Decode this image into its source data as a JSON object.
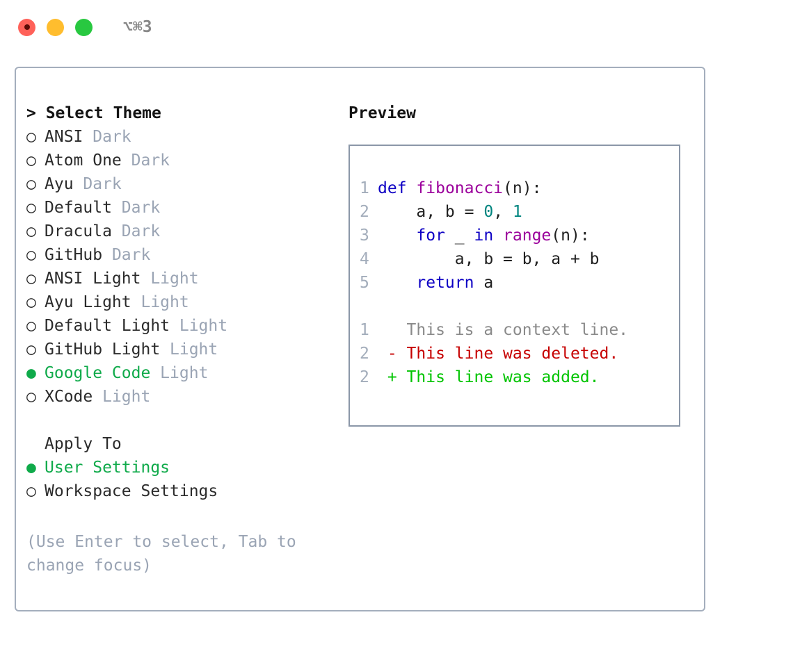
{
  "titlebar": {
    "shortcut": "⌥⌘3",
    "buttons": [
      {
        "name": "close",
        "color": "#ff6159"
      },
      {
        "name": "minimize",
        "color": "#ffbd2e"
      },
      {
        "name": "zoom",
        "color": "#28c840"
      }
    ]
  },
  "theme_list": {
    "heading": "> Select Theme",
    "bullet_unselected": "○",
    "bullet_selected": "●",
    "items": [
      {
        "label": "ANSI",
        "suffix": "Dark",
        "selected": false
      },
      {
        "label": "Atom One",
        "suffix": "Dark",
        "selected": false
      },
      {
        "label": "Ayu",
        "suffix": "Dark",
        "selected": false
      },
      {
        "label": "Default",
        "suffix": "Dark",
        "selected": false
      },
      {
        "label": "Dracula",
        "suffix": "Dark",
        "selected": false
      },
      {
        "label": "GitHub",
        "suffix": "Dark",
        "selected": false
      },
      {
        "label": "ANSI Light",
        "suffix": "Light",
        "selected": false
      },
      {
        "label": "Ayu Light",
        "suffix": "Light",
        "selected": false
      },
      {
        "label": "Default Light",
        "suffix": "Light",
        "selected": false
      },
      {
        "label": "GitHub Light",
        "suffix": "Light",
        "selected": false
      },
      {
        "label": "Google Code",
        "suffix": "Light",
        "selected": true
      },
      {
        "label": "XCode",
        "suffix": "Light",
        "selected": false
      }
    ]
  },
  "apply_to": {
    "heading": "Apply To",
    "items": [
      {
        "label": "User Settings",
        "selected": true
      },
      {
        "label": "Workspace Settings",
        "selected": false
      }
    ]
  },
  "hint": "(Use Enter to select, Tab to change focus)",
  "preview": {
    "title": "Preview",
    "code_lines": [
      {
        "no": "1",
        "tokens": [
          {
            "t": "def",
            "c": "kw"
          },
          {
            "t": " ",
            "c": "plain"
          },
          {
            "t": "fibonacci",
            "c": "fn"
          },
          {
            "t": "(n):",
            "c": "plain"
          }
        ]
      },
      {
        "no": "2",
        "tokens": [
          {
            "t": "    a, b = ",
            "c": "plain"
          },
          {
            "t": "0",
            "c": "num"
          },
          {
            "t": ", ",
            "c": "plain"
          },
          {
            "t": "1",
            "c": "num"
          }
        ]
      },
      {
        "no": "3",
        "tokens": [
          {
            "t": "    ",
            "c": "plain"
          },
          {
            "t": "for",
            "c": "kw"
          },
          {
            "t": " _ ",
            "c": "plain"
          },
          {
            "t": "in",
            "c": "kw"
          },
          {
            "t": " ",
            "c": "plain"
          },
          {
            "t": "range",
            "c": "fn"
          },
          {
            "t": "(n):",
            "c": "plain"
          }
        ]
      },
      {
        "no": "4",
        "tokens": [
          {
            "t": "        a, b = b, a + b",
            "c": "plain"
          }
        ]
      },
      {
        "no": "5",
        "tokens": [
          {
            "t": "    ",
            "c": "plain"
          },
          {
            "t": "return",
            "c": "kw"
          },
          {
            "t": " a",
            "c": "plain"
          }
        ]
      }
    ],
    "diff_lines": [
      {
        "no": "1",
        "text": "   This is a context line.",
        "kind": "ctx"
      },
      {
        "no": "2",
        "text": " - This line was deleted.",
        "kind": "del"
      },
      {
        "no": "2",
        "text": " + This line was added.",
        "kind": "add"
      }
    ]
  },
  "colors": {
    "selected_green": "#0faa4a",
    "muted_gray": "#9aa4b4",
    "panel_border": "#a4aebd",
    "preview_border": "#8b97a8",
    "keyword_blue": "#0d00c4",
    "function_magenta": "#9b009b",
    "number_teal": "#00857f",
    "diff_removed_red": "#c60000",
    "diff_added_green": "#00c400",
    "diff_context_gray": "#8a8a8a"
  }
}
